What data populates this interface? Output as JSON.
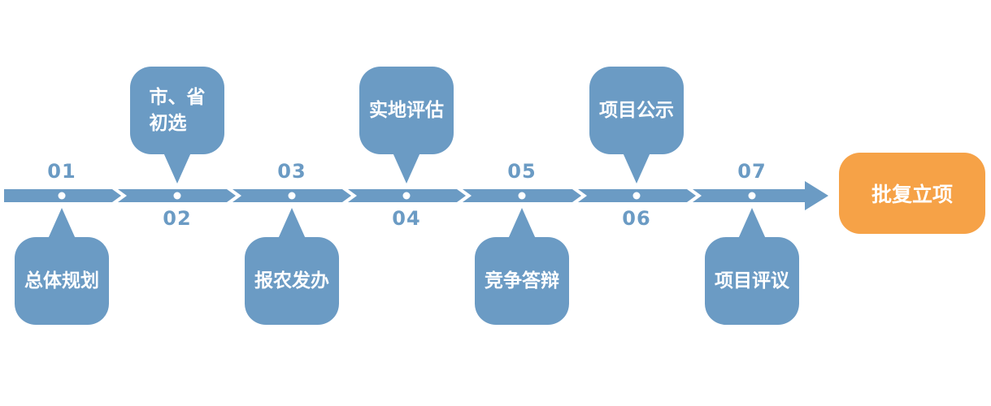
{
  "diagram": {
    "type": "process-timeline",
    "steps": [
      {
        "number": "01",
        "label": "总体规划",
        "position": "below"
      },
      {
        "number": "02",
        "label": "市、省\n初选",
        "position": "above"
      },
      {
        "number": "03",
        "label": "报农发办",
        "position": "below"
      },
      {
        "number": "04",
        "label": "实地评估",
        "position": "above"
      },
      {
        "number": "05",
        "label": "竞争答辩",
        "position": "below"
      },
      {
        "number": "06",
        "label": "项目公示",
        "position": "above"
      },
      {
        "number": "07",
        "label": "项目评议",
        "position": "below"
      }
    ],
    "result": {
      "label": "批复立项"
    },
    "colors": {
      "arrow_blue": "#6B9BC4",
      "result_orange": "#F6A247",
      "text_on_shapes": "#FFFFFF"
    }
  }
}
